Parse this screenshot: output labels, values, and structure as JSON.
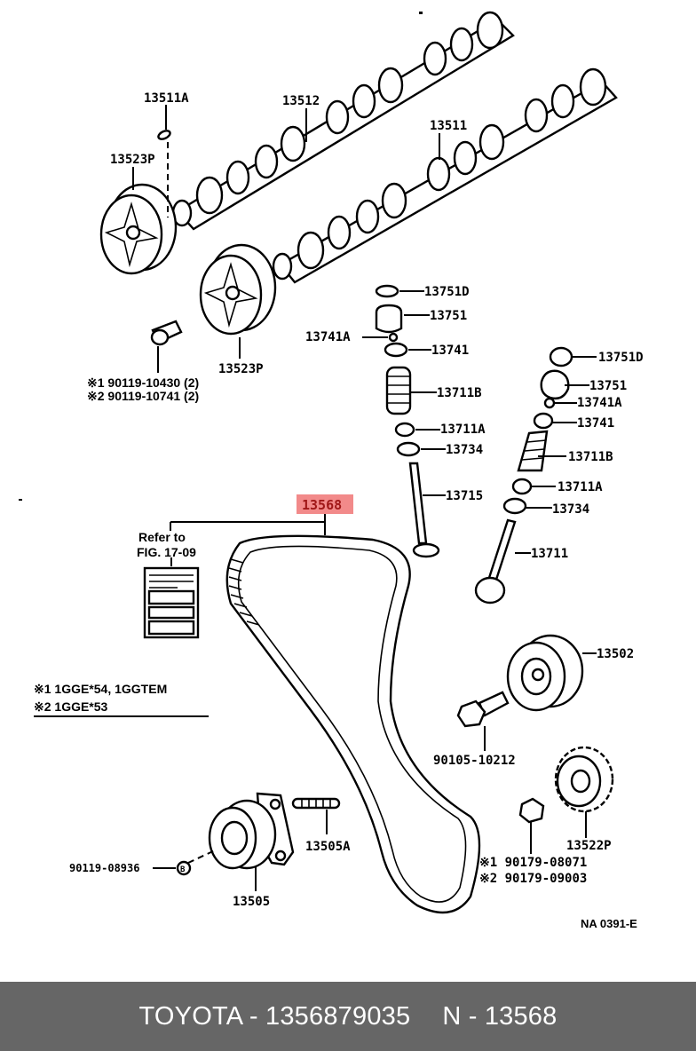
{
  "diagram": {
    "title": "Timing belt & camshaft assembly parts diagram",
    "highlight_color": "#f28a8a",
    "highlight_text_color": "#a01818",
    "labels": {
      "p13511A": "13511A",
      "p13512": "13512",
      "p13511": "13511",
      "p13523P_top": "13523P",
      "p13523P_bottom": "13523P",
      "bolt_line1": "※1 90119-10430 (2)",
      "bolt_line2": "※2 90119-10741 (2)",
      "left_13751D": "13751D",
      "left_13751": "13751",
      "left_13741A": "13741A",
      "left_13741": "13741",
      "left_13711B": "13711B",
      "left_13711A": "13711A",
      "left_13734": "13734",
      "left_13715": "13715",
      "right_13751D": "13751D",
      "right_13751": "13751",
      "right_13741A": "13741A",
      "right_13741": "13741",
      "right_13711B": "13711B",
      "right_13711A": "13711A",
      "right_13734": "13734",
      "right_13711": "13711",
      "belt": "13568",
      "refer_line1": "Refer to",
      "refer_line2": "FIG. 17-09",
      "note_line1": "※1 1GGE*54, 1GGTEM",
      "note_line2": "※2 1GGE*53",
      "p13502": "13502",
      "p90105": "90105-10212",
      "p13522P": "13522P",
      "gear_bolt_line1": "※1  90179-08071",
      "gear_bolt_line2": "※2  90179-09003",
      "p13505A": "13505A",
      "p13505": "13505",
      "p90119_08936": "90119-08936",
      "circle_b": "B",
      "fig_code": "NA 0391-E"
    }
  },
  "footer": {
    "brand_part": "TOYOTA - 1356879035",
    "ref_part": "N - 13568"
  }
}
